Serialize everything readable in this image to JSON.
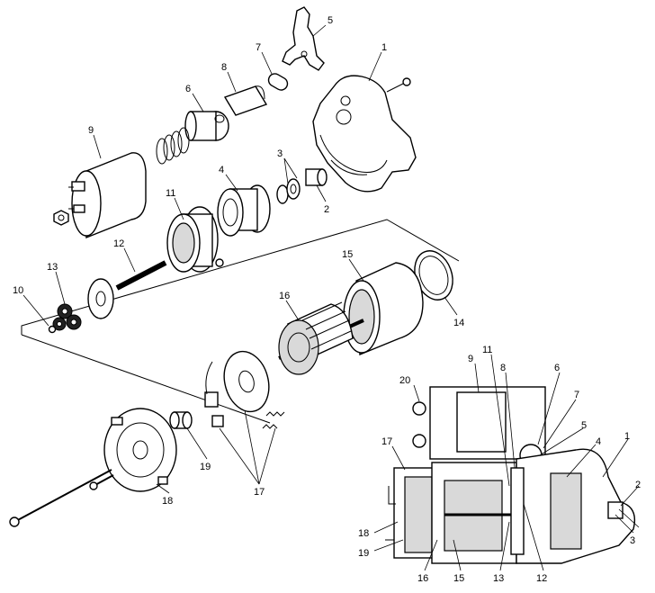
{
  "callouts": {
    "c1": "1",
    "c2": "2",
    "c3": "3",
    "c4": "4",
    "c5": "5",
    "c6": "6",
    "c7": "7",
    "c8": "8",
    "c9": "9",
    "c10": "10",
    "c11": "11",
    "c12": "12",
    "c13": "13",
    "c14": "14",
    "c15": "15",
    "c16": "16",
    "c17": "17",
    "c18": "18",
    "c19": "19",
    "s1": "1",
    "s2": "2",
    "s3": "3",
    "s4": "4",
    "s5": "5",
    "s6": "6",
    "s7": "7",
    "s8": "8",
    "s9": "9",
    "s11": "11",
    "s12": "12",
    "s13": "13",
    "s15": "15",
    "s16": "16",
    "s17": "17",
    "s18": "18",
    "s19": "19",
    "s20": "20"
  }
}
